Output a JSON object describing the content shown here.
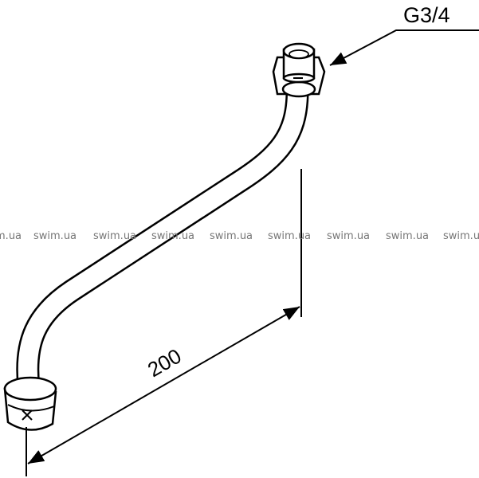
{
  "thread_label": "G3/4",
  "dimension_label": "200",
  "watermark": "swim.ua"
}
